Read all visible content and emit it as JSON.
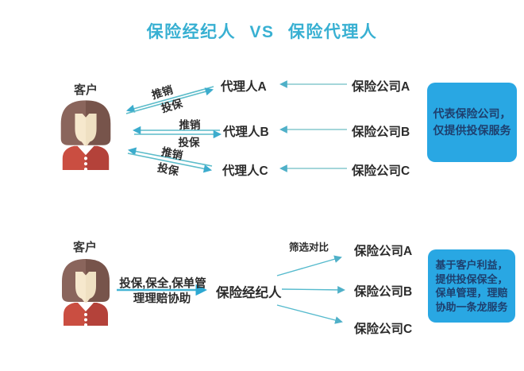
{
  "title": "保险经纪人 VS 保险代理人",
  "colors": {
    "title_text": "#38b0d2",
    "note_box_bg": "#29a7e3",
    "note_box_text": "#1e3f6e",
    "arrow_teal": "#5cbcca",
    "arrow_head": "#3caccd",
    "avatar_hair": "#8a655c",
    "avatar_shirt": "#ca4e41"
  },
  "top_section": {
    "customer_label": "客户",
    "agents": [
      "代理人A",
      "代理人B",
      "代理人C"
    ],
    "companies": [
      "保险公司A",
      "保险公司B",
      "保险公司C"
    ],
    "arrow_labels": {
      "sell": "推销",
      "apply": "投保"
    },
    "note": {
      "line1": "代表保险公司，",
      "line2": "仅提供投保服务"
    }
  },
  "bottom_section": {
    "customer_label": "客户",
    "broker_label": "保险经纪人",
    "main_arrow_label_line1": "投保,保全,保单管",
    "main_arrow_label_line2": "理理赔协助",
    "branch_label": "筛选对比",
    "companies": [
      "保险公司A",
      "保险公司B",
      "保险公司C"
    ],
    "note": {
      "line1": "基于客户利益，",
      "line2": "提供投保保全，",
      "line3": "保单管理，理赔",
      "line4": "协助一条龙服务"
    }
  }
}
